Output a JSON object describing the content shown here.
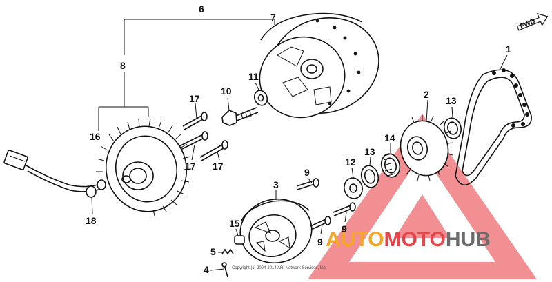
{
  "callouts": {
    "c1": "1",
    "c2": "2",
    "c3": "3",
    "c4": "4",
    "c5": "5",
    "c6": "6",
    "c7": "7",
    "c8": "8",
    "c9a": "9",
    "c9b": "9",
    "c9c": "9",
    "c10": "10",
    "c11": "11",
    "c12": "12",
    "c13a": "13",
    "c13b": "13",
    "c14": "14",
    "c15": "15",
    "c16": "16",
    "c17a": "17",
    "c17b": "17",
    "c17c": "17",
    "c18": "18"
  },
  "fwd_label": "FWD",
  "copyright": "Copyright (c) 2004-2014 ARI Network Services, Inc.",
  "watermark": {
    "part1": "AUTO",
    "part2": "MOTO",
    "part3": "HUB",
    "color_orange": "#f5a623",
    "color_red": "#e8454a",
    "color_gray": "#6b6b6b"
  }
}
